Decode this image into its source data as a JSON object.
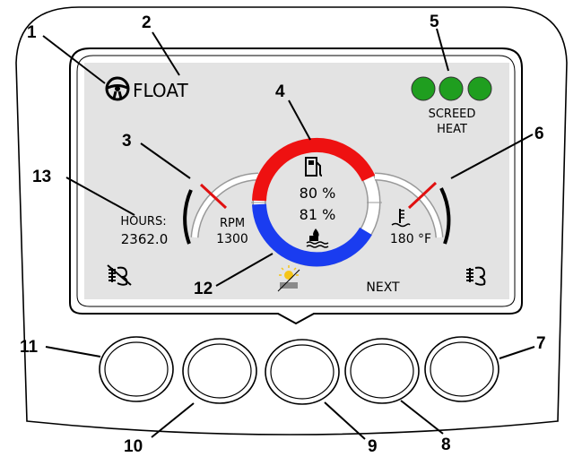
{
  "screen": {
    "mode_label": "FLOAT",
    "screed_heat_line1": "SCREED",
    "screed_heat_line2": "HEAT",
    "fuel_percent": "80 %",
    "def_percent": "81 %",
    "hours_label": "HOURS:",
    "hours_value": "2362.0",
    "rpm_label": "RPM",
    "rpm_value": "1300",
    "coolant_value": "180 °F",
    "next_label": "NEXT"
  },
  "callouts": [
    "1",
    "2",
    "3",
    "4",
    "5",
    "6",
    "7",
    "8",
    "9",
    "10",
    "11",
    "12",
    "13"
  ],
  "colors": {
    "indicator_green": "#1f9e1f",
    "fuel_red": "#ee1111",
    "def_blue": "#1a3cf0",
    "screen_bg": "#e3e3e3"
  },
  "icons": [
    "steering-wheel-icon",
    "fuel-pump-icon",
    "def-fluid-icon",
    "coolant-temp-icon",
    "regen-disable-icon",
    "regen-icon",
    "brightness-icon"
  ]
}
